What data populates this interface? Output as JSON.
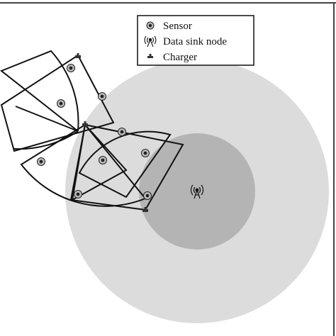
{
  "legend": {
    "items": [
      {
        "icon": "sensor-icon",
        "label": "Sensor"
      },
      {
        "icon": "data-sink-node-icon",
        "label": "Data sink node"
      },
      {
        "icon": "charger-icon",
        "label": "Charger"
      }
    ]
  },
  "colors": {
    "outer_region": "#dcdcdc",
    "inner_region": "#b4b4b4",
    "outline": "#111111",
    "frame": "#444444"
  }
}
